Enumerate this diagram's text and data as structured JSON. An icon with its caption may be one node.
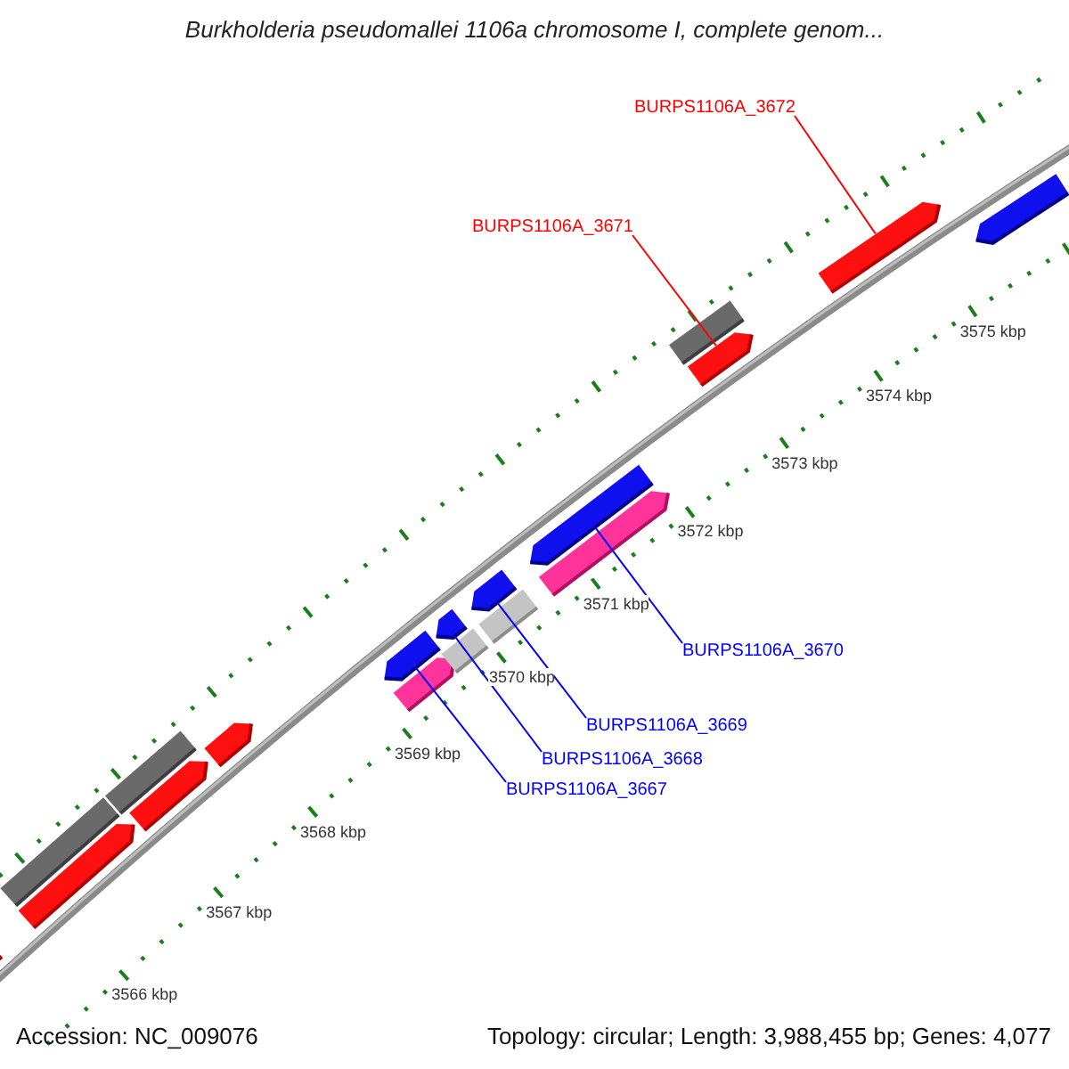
{
  "diagram": {
    "title": "Burkholderia pseudomallei 1106a chromosome I, complete genom...",
    "nodes": [
      {
        "text": [
          "BURPS1106A_3672"
        ]
      },
      {
        "text": [
          "BURPS1106A_3671"
        ]
      },
      {
        "text": [
          "BURPS1106A_3670"
        ]
      },
      {
        "text": [
          "BURPS1106A_3669"
        ]
      },
      {
        "text": [
          "BURPS1106A_3668"
        ]
      },
      {
        "text": [
          "BURPS1106A_3667"
        ]
      },
      {
        "text": [],
        "shape": "bar"
      },
      {
        "text": [],
        "shape": "bar"
      },
      {
        "text": [],
        "shape": "bar"
      },
      {
        "text": [],
        "shape": "bar"
      },
      {
        "text": [],
        "shape": "bar"
      },
      {
        "text": [],
        "shape": "bar"
      },
      {
        "text": [],
        "shape": "bar"
      },
      {
        "text": [],
        "shape": "bar"
      },
      {
        "text": [],
        "shape": "bar"
      },
      {
        "text": [],
        "shape": "bar"
      },
      {
        "text": [],
        "shape": "bar"
      },
      {
        "text": [],
        "shape": "bar"
      },
      {
        "text": [],
        "shape": "bar"
      },
      {
        "text": [],
        "shape": "bar"
      },
      {
        "text": [],
        "shape": "bar"
      },
      {
        "text": [],
        "shape": "bar"
      },
      {
        "text": [],
        "shape": "bar"
      },
      {
        "text": [],
        "shape": "bar"
      }
    ],
    "edges": [
      {
        "from": 0,
        "to": 22,
        "arrow": "none",
        "color": "#ff0000"
      },
      {
        "from": 1,
        "to": 21,
        "arrow": "none",
        "color": "#ff0000"
      },
      {
        "from": 2,
        "to": 19,
        "arrow": "none"
      },
      {
        "from": 3,
        "to": 17,
        "arrow": "none"
      },
      {
        "from": 4,
        "to": 15,
        "arrow": "none"
      },
      {
        "from": 5,
        "to": 13,
        "arrow": "none"
      }
    ],
    "labels": [
      "3566 kbp",
      "3567 kbp",
      "3568 kbp",
      "3569 kbp",
      "3570 kbp",
      "3571 kbp",
      "3572 kbp",
      "3573 kbp",
      "3574 kbp",
      "3575 kbp",
      "Accession: NC_009076",
      "Topology: circular; Length: 3,988,455 bp; Genes: 4,077"
    ]
  }
}
